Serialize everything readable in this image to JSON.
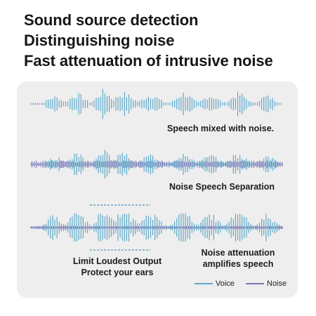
{
  "headlines": [
    "Sound source detection",
    "Distinguishing noise",
    "Fast attenuation of intrusive noise"
  ],
  "panels": [
    {
      "caption": "Speech mixed with noise."
    },
    {
      "caption": "Noise Speech Separation"
    },
    {
      "caption_left": [
        "Limit Loudest Output",
        "Protect your ears"
      ],
      "caption_right": [
        "Noise attenuation",
        "amplifies speech"
      ]
    }
  ],
  "legend": {
    "voice_label": "Voice",
    "noise_label": "Noise",
    "voice_color": "#5fa9c9",
    "noise_color": "#7b74b8"
  }
}
